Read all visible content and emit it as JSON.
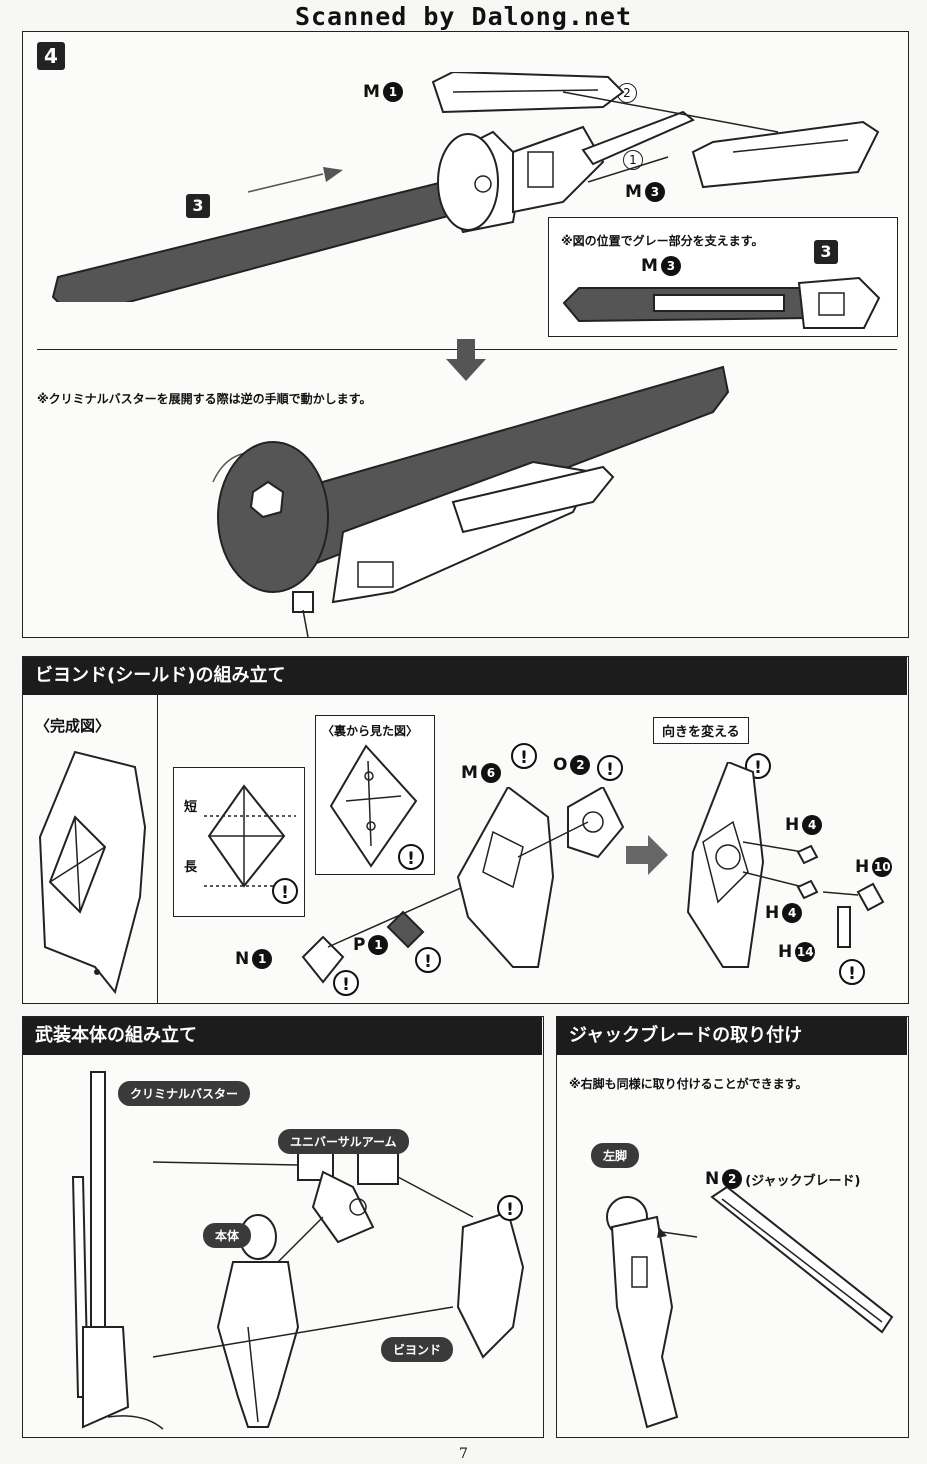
{
  "banner": "Scanned by Dalong.net",
  "step4": {
    "number": "4",
    "ref_step": "3",
    "parts": {
      "m1": {
        "letter": "M",
        "num": "1"
      },
      "m3": {
        "letter": "M",
        "num": "3"
      }
    },
    "order": [
      "1",
      "2"
    ],
    "inset": {
      "note": "※図の位置でグレー部分を支えます。",
      "part": {
        "letter": "M",
        "num": "3"
      },
      "ref_step": "3"
    },
    "deploy_note": "※クリミナルバスターを展開する際は逆の手順で動かします。"
  },
  "shield": {
    "title": "ビヨンド(シールド)の組み立て",
    "complete_label": "〈完成図〉",
    "axis_short": "短",
    "axis_long": "長",
    "back_view_label": "〈裏から見た図〉",
    "turn_label": "向きを変える",
    "parts": {
      "n1": {
        "letter": "N",
        "num": "1"
      },
      "p1": {
        "letter": "P",
        "num": "1"
      },
      "m6": {
        "letter": "M",
        "num": "6"
      },
      "o2": {
        "letter": "O",
        "num": "2"
      },
      "h4a": {
        "letter": "H",
        "num": "4"
      },
      "h10": {
        "letter": "H",
        "num": "10"
      },
      "h4b": {
        "letter": "H",
        "num": "4"
      },
      "h14": {
        "letter": "H",
        "num": "14"
      }
    }
  },
  "armament": {
    "title": "武装本体の組み立て",
    "labels": {
      "criminal_buster": "クリミナルバスター",
      "universal_arm": "ユニバーサルアーム",
      "body": "本体",
      "beyond": "ビヨンド"
    }
  },
  "jackblade": {
    "title": "ジャックブレードの取り付け",
    "note": "※右脚も同様に取り付けることができます。",
    "left_leg": "左脚",
    "part": {
      "letter": "N",
      "num": "2"
    },
    "part_name": "(ジャックブレード)"
  },
  "warning_glyph": "!",
  "page_number": "7"
}
